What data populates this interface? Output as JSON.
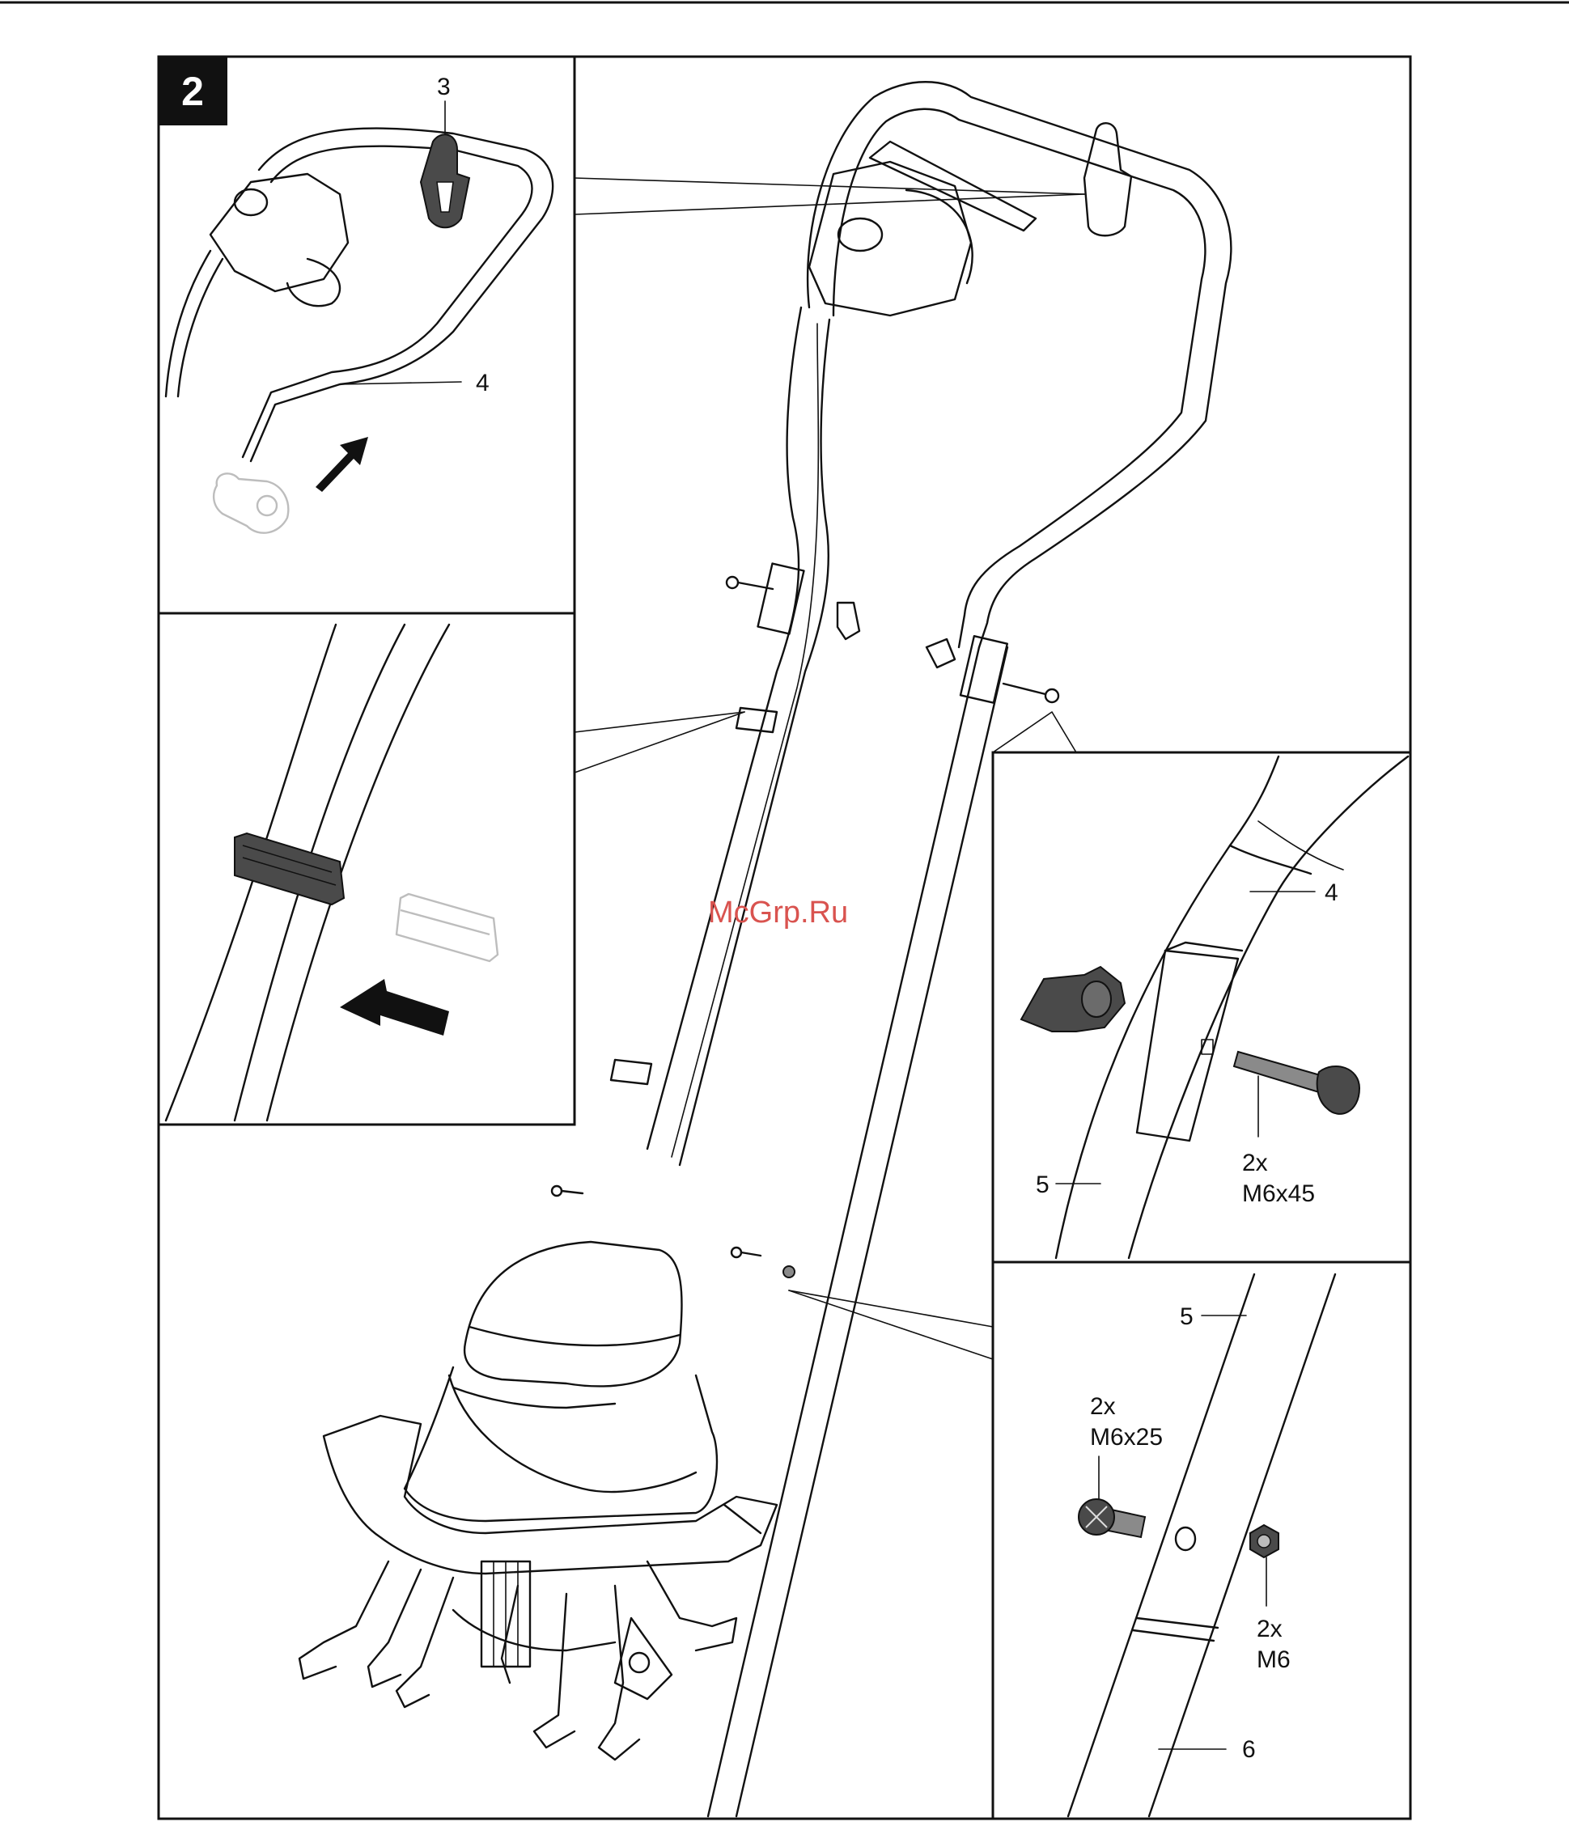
{
  "figure_number": "2",
  "watermark": "McGrp.Ru",
  "labels": {
    "handle_clip": "3",
    "upper_handle_top": "4",
    "upper_handle_detail": "4",
    "lower_tube_detail": "5",
    "lower_tube_bottom": "5",
    "base_tube": "6"
  },
  "fasteners": {
    "bolt_long": {
      "qty": "2x",
      "size": "M6x45"
    },
    "bolt_short": {
      "qty": "2x",
      "size": "M6x25"
    },
    "nut": {
      "qty": "2x",
      "size": "M6"
    }
  },
  "colors": {
    "line": "#111111",
    "watermark": "#d9534f",
    "ghost": "#bdbdbd",
    "part": "#4a4a4a"
  }
}
